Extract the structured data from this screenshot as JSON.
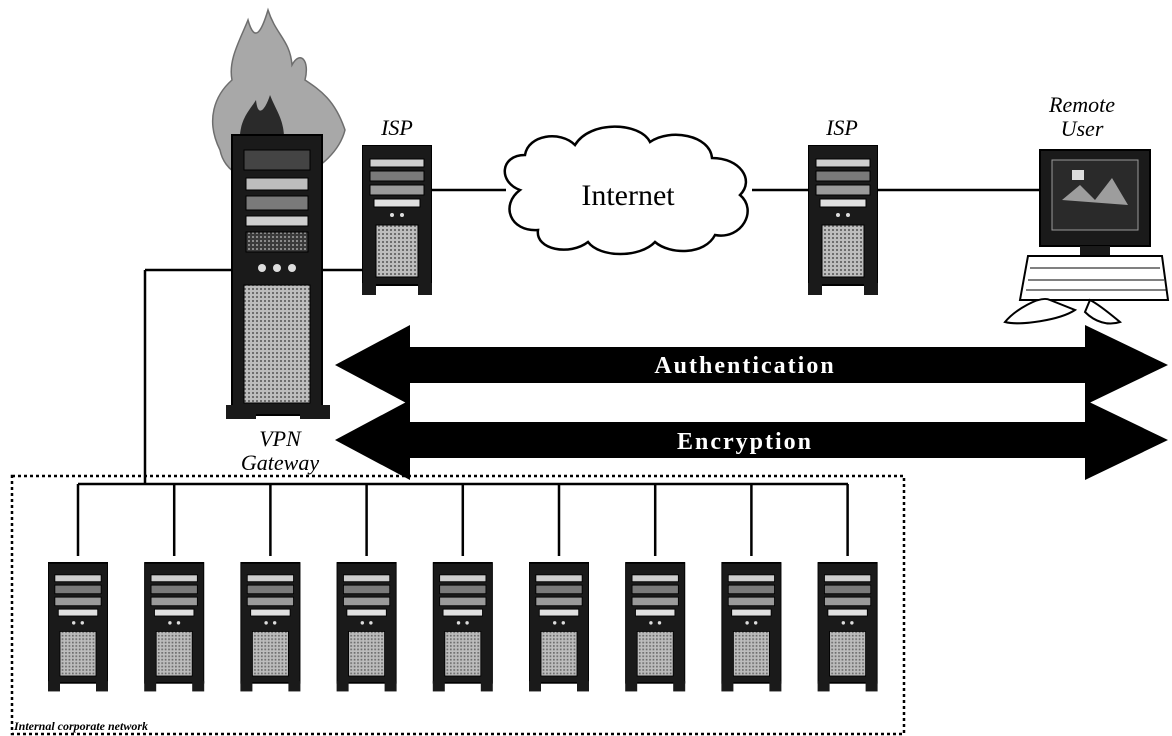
{
  "labels": {
    "isp_left": "ISP",
    "isp_right": "ISP",
    "internet": "Internet",
    "remote_user_line1": "Remote",
    "remote_user_line2": "User",
    "vpn_line1": "VPN",
    "vpn_line2": "Gateway",
    "authentication": "Authentication",
    "encryption": "Encryption",
    "internal_network": "Internal corporate network"
  },
  "internal_servers": [
    {
      "id": "server-1"
    },
    {
      "id": "server-2"
    },
    {
      "id": "server-3"
    },
    {
      "id": "server-4"
    },
    {
      "id": "server-5"
    },
    {
      "id": "server-6"
    },
    {
      "id": "server-7"
    },
    {
      "id": "server-8"
    },
    {
      "id": "server-9"
    }
  ],
  "colors": {
    "ink": "#000000",
    "server_body": "#1a1a1a",
    "server_grille": "#9a9a9a",
    "firewall_flame": "#8a8a8a",
    "monitor_screen": "#2a2a2a"
  },
  "icons": {
    "gateway": "server-tower-icon",
    "firewall": "firewall-flame-icon",
    "cloud": "cloud-icon",
    "remote_pc": "desktop-computer-icon"
  }
}
